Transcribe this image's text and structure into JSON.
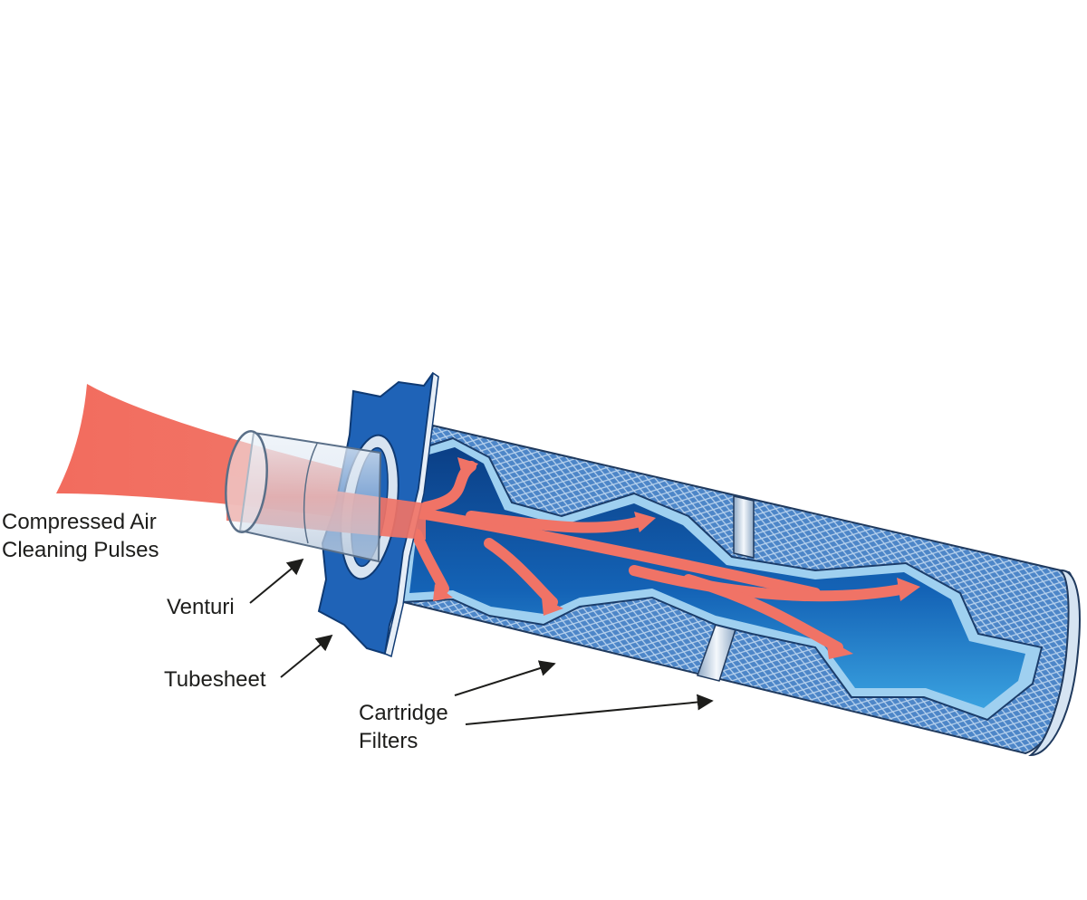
{
  "labels": {
    "compressed_air_line1": "Compressed Air",
    "compressed_air_line2": "Cleaning Pulses",
    "venturi": "Venturi",
    "tubesheet": "Tubesheet",
    "cartridge_line1": "Cartridge",
    "cartridge_line2": "Filters"
  },
  "colors": {
    "air_pulse": "#f07366",
    "tubesheet_blue": "#1f63b7",
    "filter_mesh_blue": "#5b8fcc",
    "inner_dark_blue": "#0d4f9e",
    "inner_light_blue": "#58b7e8",
    "label_text": "#1d1d1b",
    "leader_line": "#1d1d1b"
  },
  "icons": {
    "leader_arrowhead": "arrowhead-icon",
    "flow_arrows": "airflow-arrow-icon"
  }
}
